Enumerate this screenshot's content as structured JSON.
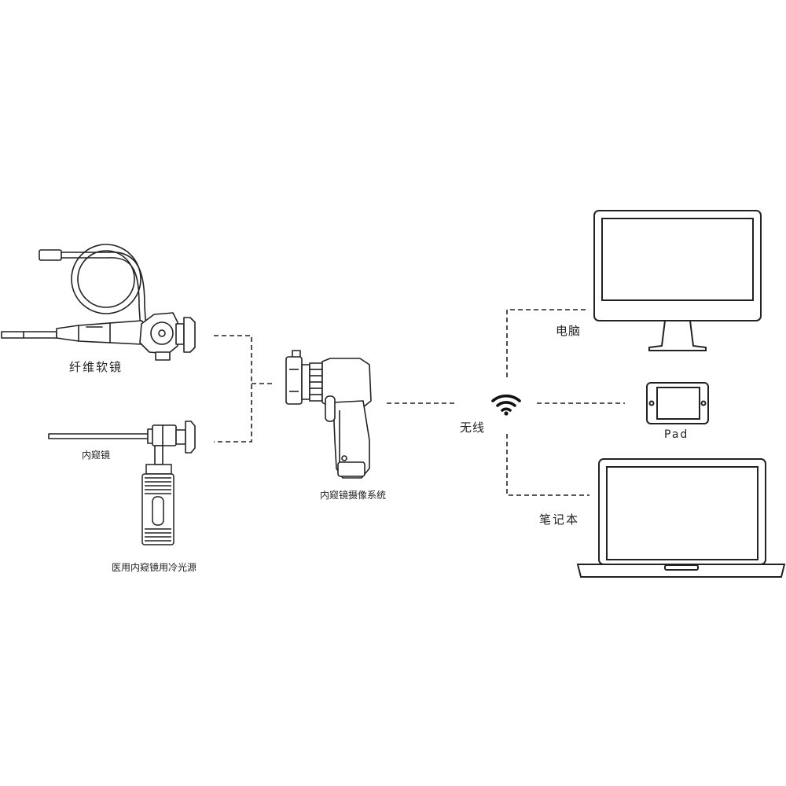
{
  "labels": {
    "fiber_scope": "纤维软镜",
    "endoscope": "内窥镜",
    "cold_light_source": "医用内窥镜用冷光源",
    "camera_system": "内窥镜摄像系统",
    "wireless": "无线",
    "computer": "电脑",
    "pad": "Pad",
    "laptop": "笔记本"
  },
  "colors": {
    "line": "#222222",
    "background": "#ffffff"
  }
}
